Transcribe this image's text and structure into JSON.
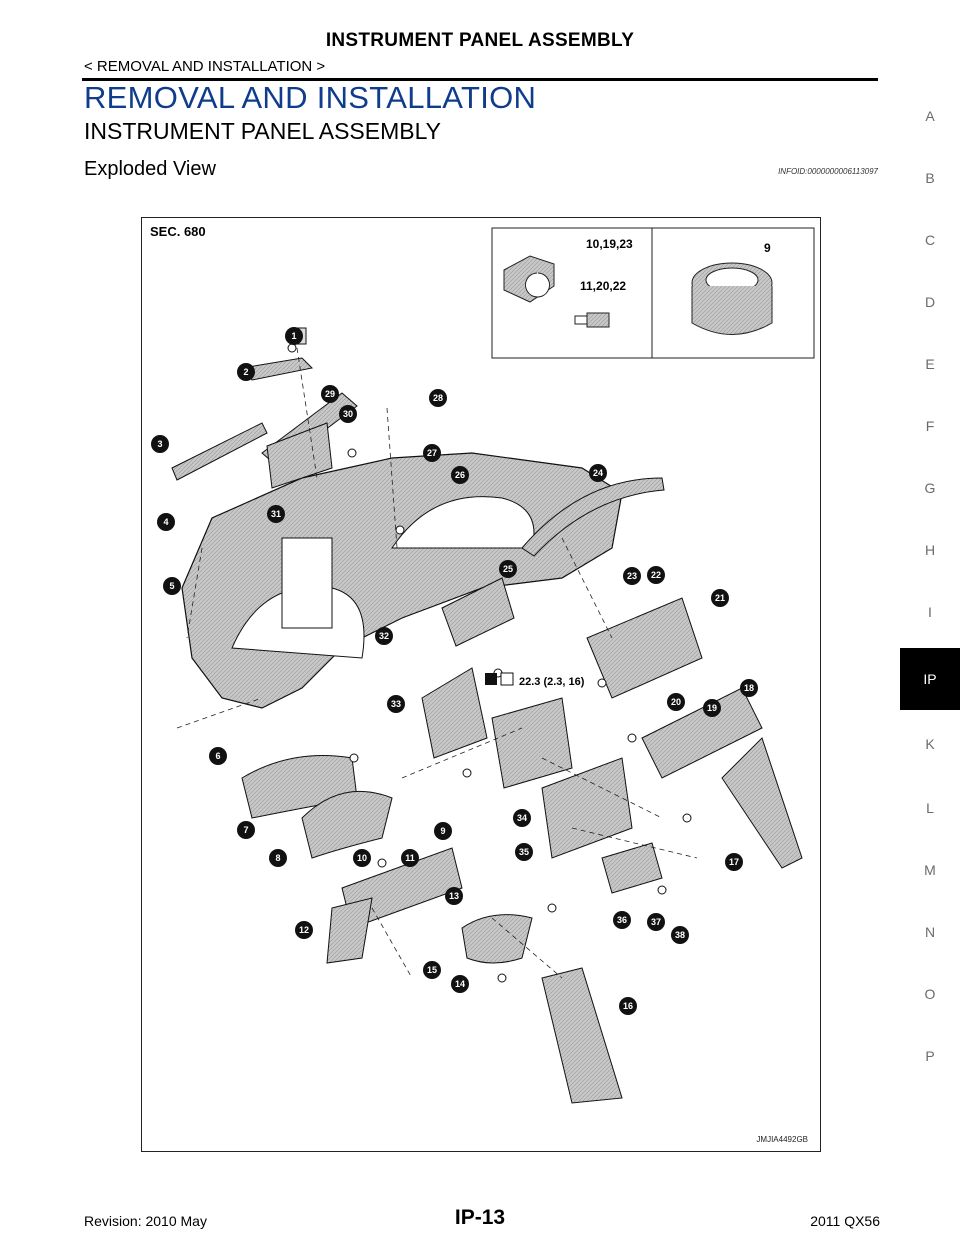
{
  "header": {
    "title": "INSTRUMENT PANEL ASSEMBLY",
    "breadcrumb": "< REMOVAL AND INSTALLATION >"
  },
  "section": {
    "title": "REMOVAL AND INSTALLATION",
    "subtitle": "INSTRUMENT PANEL ASSEMBLY",
    "heading": "Exploded View",
    "info_id": "INFOID:0000000006113097"
  },
  "figure": {
    "sec_label": "SEC. 680",
    "code": "JMJIA4492GB",
    "torque_spec": "22.3 (2.3, 16)",
    "callouts": [
      "1",
      "2",
      "3",
      "4",
      "5",
      "6",
      "7",
      "8",
      "9",
      "10",
      "11",
      "12",
      "13",
      "14",
      "15",
      "16",
      "17",
      "18",
      "19",
      "20",
      "21",
      "22",
      "23",
      "24",
      "25",
      "26",
      "27",
      "28",
      "29",
      "30",
      "31",
      "32",
      "33",
      "34",
      "35",
      "36",
      "37",
      "38"
    ],
    "inset_callouts": [
      {
        "label": "10,19,23"
      },
      {
        "label": "11,20,22"
      },
      {
        "label": "9"
      }
    ]
  },
  "side_tabs": [
    "A",
    "B",
    "C",
    "D",
    "E",
    "F",
    "G",
    "H",
    "I",
    "IP",
    "K",
    "L",
    "M",
    "N",
    "O",
    "P"
  ],
  "active_tab": "IP",
  "footer": {
    "revision": "Revision: 2010 May",
    "page": "IP-13",
    "model": "2011 QX56"
  }
}
